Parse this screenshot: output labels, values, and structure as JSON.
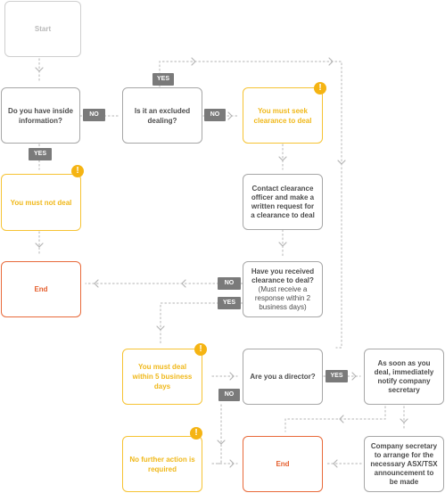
{
  "nodes": {
    "start": "Start",
    "inside_info": "Do you have inside information?",
    "excluded": "Is it an excluded dealing?",
    "seek_clearance": "You must seek clearance to deal",
    "not_deal": "You must not deal",
    "contact_officer": "Contact clearance officer and make a written request for a clearance to deal",
    "received": "Have you received clearance to deal?",
    "received_note": "(Must receive a response within 2 business days)",
    "end_top": "End",
    "deal_5_days": "You must deal within 5 business days",
    "director": "Are you a director?",
    "notify": "As soon as you deal, immediately notify company secretary",
    "no_further": "No further action is required",
    "end_bottom": "End",
    "company_sec": "Company secretary to arrange for the necessary ASX/TSX announcement to be made"
  },
  "labels": {
    "yes_excluded": "YES",
    "no_inside": "NO",
    "no_excluded": "NO",
    "yes_inside": "YES",
    "no_received": "NO",
    "yes_received": "YES",
    "yes_director": "YES",
    "no_director": "NO"
  },
  "warning_symbol": "!",
  "colors": {
    "gray_border": "#a7a7a7",
    "yellow": "#f6c333",
    "orange": "#e86a3a",
    "tag": "#7a7a7a",
    "connector": "#c2c2c2"
  }
}
